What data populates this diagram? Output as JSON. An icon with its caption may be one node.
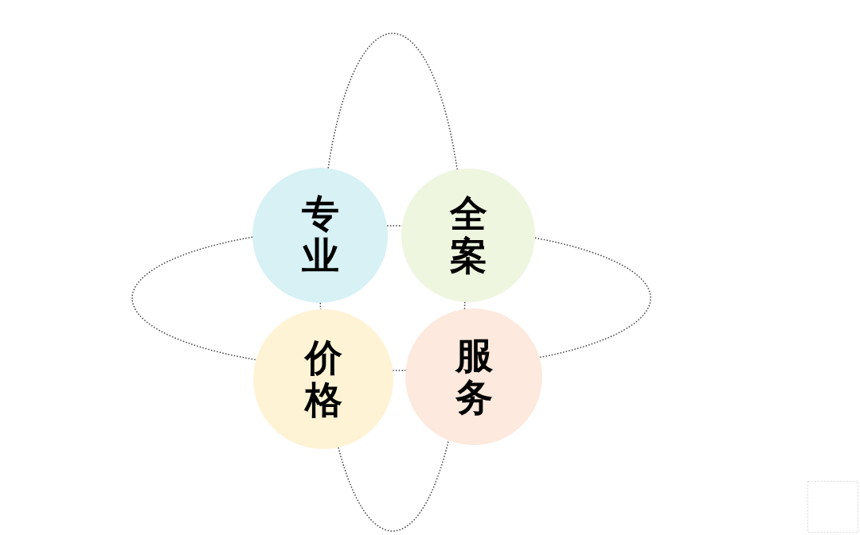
{
  "diagram": {
    "nodes": [
      {
        "text": [
          "专业"
        ]
      },
      {
        "text": [
          "全案"
        ]
      },
      {
        "text": [
          "价格"
        ]
      },
      {
        "text": [
          "服务"
        ]
      }
    ],
    "edges": [
      {
        "from": 0,
        "to": 1,
        "arrow": "none"
      },
      {
        "from": 0,
        "to": 1,
        "arrow": "none"
      },
      {
        "from": 0,
        "to": 2,
        "arrow": "none"
      },
      {
        "from": 0,
        "to": 2,
        "arrow": "none"
      },
      {
        "from": 1,
        "to": 3,
        "arrow": "none"
      },
      {
        "from": 1,
        "to": 3,
        "arrow": "none"
      },
      {
        "from": 2,
        "to": 3,
        "arrow": "none"
      },
      {
        "from": 2,
        "to": 3,
        "arrow": "none"
      }
    ]
  }
}
